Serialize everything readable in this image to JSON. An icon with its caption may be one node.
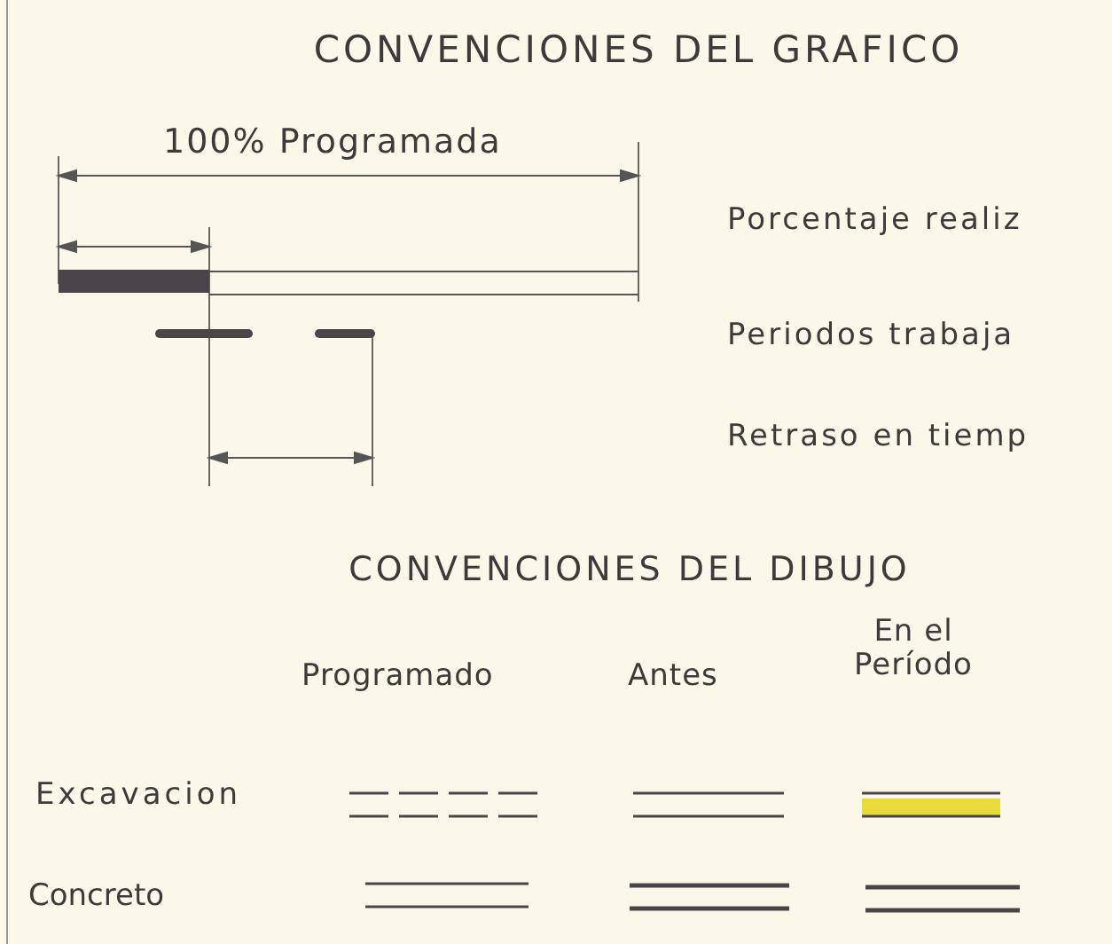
{
  "diagram": {
    "title": "CONVENCIONES DEL GRAFICO",
    "labels": [
      "100% Programada",
      "Porcentaje realiz",
      "Periodos trabaja",
      "Retraso en tiemp",
      "CONVENCIONES DEL DIBUJO",
      "Programado",
      "Antes",
      "En el Período",
      "Excavacion",
      "Concreto"
    ]
  }
}
